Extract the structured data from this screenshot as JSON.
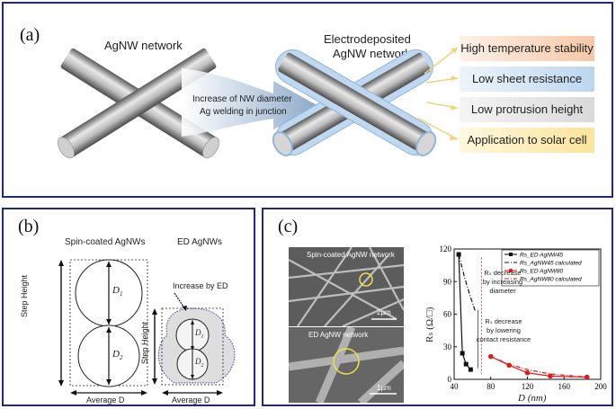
{
  "panel_a": {
    "label": "(a)",
    "agnw_title": "AgNW network",
    "ed_title_line1": "Electrodeposited",
    "ed_title_line2": "AgNW network",
    "arrow_text_line1": "Increase of NW diameter",
    "arrow_text_line2": "Ag welding in junction",
    "properties": [
      {
        "label": "High temperature stability",
        "color": "#f6c7a6"
      },
      {
        "label": "Low sheet resistance",
        "color": "#bcd6ee"
      },
      {
        "label": "Low protrusion height",
        "color": "#d9d9d9"
      },
      {
        "label": "Application to solar cell",
        "color": "#fbe39a"
      }
    ]
  },
  "panel_b": {
    "label": "(b)",
    "spin_title": "Spin-coated AgNWs",
    "ed_title": "ED AgNWs",
    "increase_label": "Increase by ED",
    "step_height": "Step Height",
    "average_d": "Average D",
    "d1": "D",
    "d1_sub": "1",
    "d2": "D",
    "d2_sub": "2"
  },
  "panel_c": {
    "label": "(c)",
    "sem_top_label": "Spin-coated AgNW network",
    "sem_top_scale": "2µm",
    "sem_bottom_label": "ED AgNW network",
    "sem_bottom_scale": "1µm",
    "annotation_1_lines": [
      "Rₛ decrease",
      "by increasing",
      "diameter"
    ],
    "annotation_2_lines": [
      "Rₛ decrease",
      "by lowering",
      "contact resistance"
    ]
  },
  "chart_data": {
    "type": "line",
    "xlabel": "D (nm)",
    "ylabel": "Rₛ (Ω/□)",
    "xlim": [
      40,
      200
    ],
    "ylim": [
      0,
      120
    ],
    "xticks": [
      40,
      80,
      120,
      160,
      200
    ],
    "yticks": [
      0,
      30,
      60,
      90,
      120
    ],
    "legend_position": "top-right",
    "series": [
      {
        "name": "Rs_ED AgNW45",
        "style": "solid-square",
        "color": "#111111",
        "x": [
          45,
          49,
          53,
          58
        ],
        "y": [
          115,
          24,
          14,
          9
        ]
      },
      {
        "name": "Rs_AgNW45 calculated",
        "style": "dashdot",
        "color": "#111111",
        "x": [
          45,
          51,
          57,
          63
        ],
        "y": [
          115,
          95,
          78,
          63
        ]
      },
      {
        "name": "Rs_ED AgNW80",
        "style": "solid-circle",
        "color": "#e31a1c",
        "x": [
          80,
          100,
          120,
          145,
          185
        ],
        "y": [
          21,
          13,
          6,
          3,
          2
        ]
      },
      {
        "name": "Rs_AgNW80 calculated",
        "style": "dashdot",
        "color": "#e31a1c",
        "x": [
          80,
          100,
          120,
          145,
          185
        ],
        "y": [
          21,
          14,
          9,
          5,
          2
        ]
      }
    ]
  }
}
